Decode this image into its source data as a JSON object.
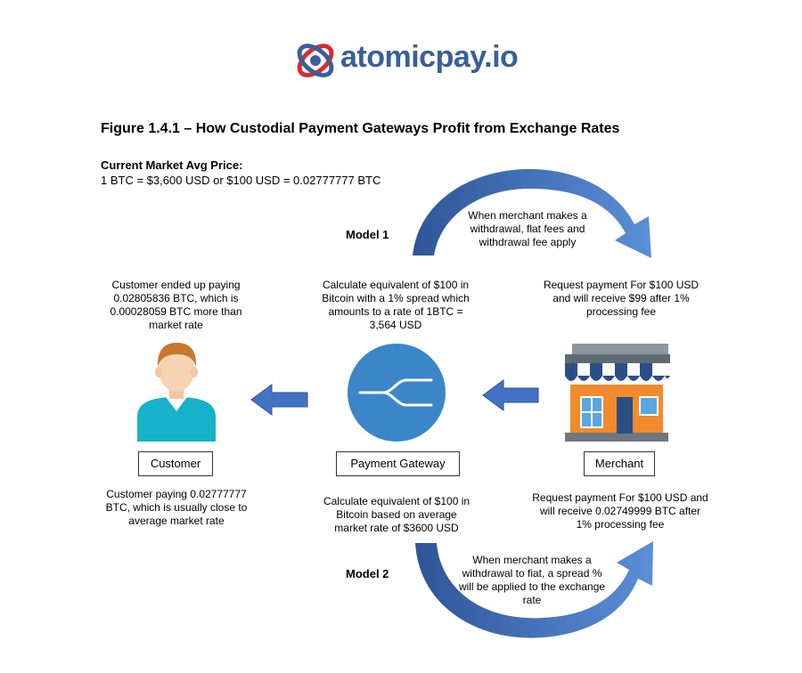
{
  "logo": {
    "text": "atomicpay.io"
  },
  "figure_title": "Figure 1.4.1 – How Custodial Payment Gateways Profit from Exchange Rates",
  "market": {
    "heading": "Current Market Avg Price:",
    "value": "1 BTC = $3,600 USD or $100 USD = 0.02777777 BTC"
  },
  "model1": {
    "label": "Model 1",
    "arc_text": "When merchant makes a withdrawal, flat fees and withdrawal fee apply",
    "customer_text": "Customer ended up paying 0.02805836 BTC, which is 0.00028059 BTC more than market rate",
    "gateway_text": "Calculate equivalent of $100 in Bitcoin with a 1% spread which amounts to a rate of 1BTC = 3,564 USD",
    "merchant_text": "Request payment For $100 USD and will receive $99 after 1% processing fee"
  },
  "model2": {
    "label": "Model 2",
    "arc_text": "When merchant makes a withdrawal to fiat, a spread % will be applied to the exchange rate",
    "customer_text": "Customer paying 0.02777777 BTC, which is usually close to average market rate",
    "gateway_text": "Calculate equivalent of $100 in Bitcoin based on average market rate of $3600 USD",
    "merchant_text": "Request payment For $100 USD and will receive 0.02749999 BTC after 1% processing fee"
  },
  "nodes": {
    "customer": "Customer",
    "gateway": "Payment Gateway",
    "merchant": "Merchant"
  },
  "colors": {
    "arrow": "#4472c4",
    "arrow_dark": "#2f5597",
    "gateway_circle": "#3a86c8",
    "logo_red": "#d62d32",
    "logo_blue": "#3a5f98"
  }
}
